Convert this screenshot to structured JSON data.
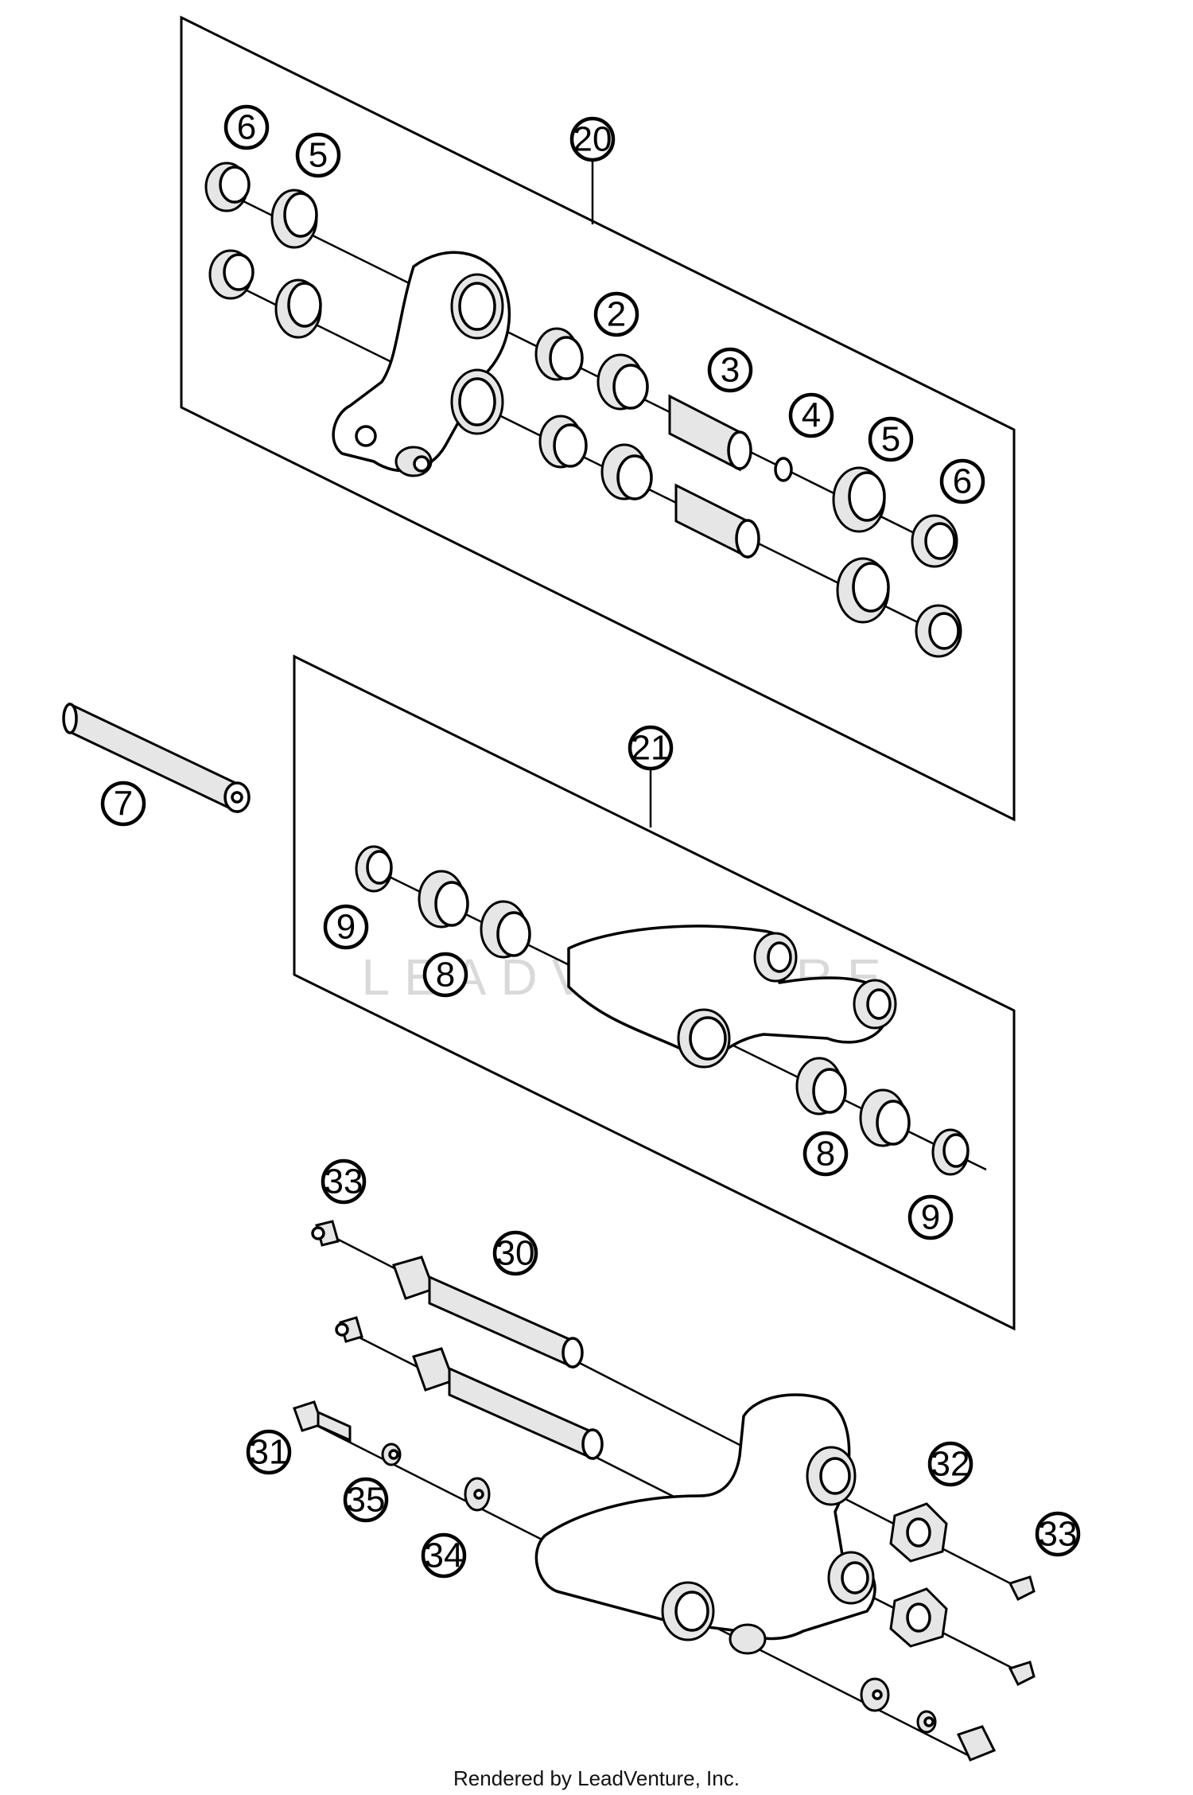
{
  "diagram": {
    "watermark": "LEADVENTURE",
    "credit": "Rendered by LeadVenture, Inc.",
    "callouts": {
      "c20": "20",
      "c6a": "6",
      "c5a": "5",
      "c2": "2",
      "c3": "3",
      "c4": "4",
      "c5b": "5",
      "c6b": "6",
      "c7": "7",
      "c21": "21",
      "c9a": "9",
      "c8a": "8",
      "c8b": "8",
      "c9b": "9",
      "c33a": "33",
      "c30": "30",
      "c31": "31",
      "c35": "35",
      "c34": "34",
      "c32": "32",
      "c33b": "33"
    }
  }
}
